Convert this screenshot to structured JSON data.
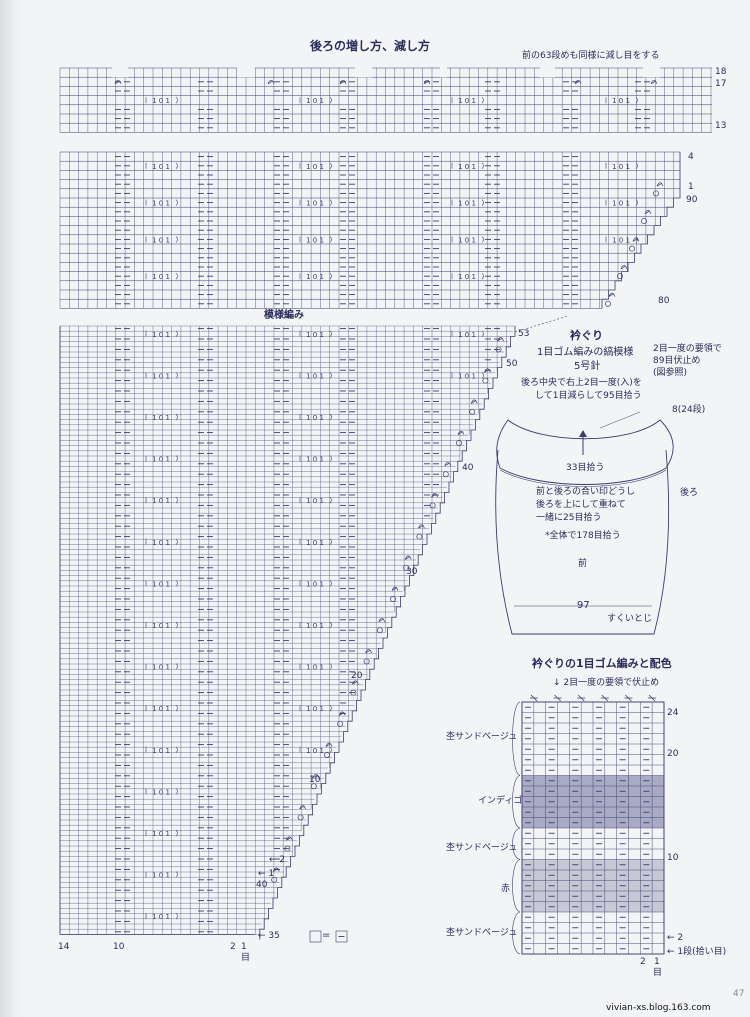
{
  "back": {
    "title": "後ろの増し方、減し方",
    "top_note": "前の63段めも同様に減し目をする",
    "pattern_label": "模様編み",
    "row_labels_top": [
      "18",
      "17",
      "13"
    ],
    "row_labels_mid": [
      "4",
      "1",
      "90",
      "80"
    ],
    "row_labels_main": [
      "53",
      "50",
      "40",
      "30",
      "20",
      "10"
    ],
    "right_markers": [
      "2",
      "1",
      "40",
      "35"
    ],
    "bottom_cols": [
      "14",
      "10",
      "2",
      "1"
    ],
    "bottom_unit": "目",
    "legend_eq": "="
  },
  "neck": {
    "title": "衿ぐり",
    "subtitle_lines": [
      "1目ゴム編みの縞模様",
      "5号針"
    ],
    "note_top_right": [
      "2目一度の要領で",
      "89目伏止め",
      "(図参照)"
    ],
    "note_center": [
      "後ろ中央で右上2目一度(入)を",
      "して1目減らして95目拾う"
    ],
    "rows_label": "8(24段)",
    "pick_33": "33目拾う",
    "note_join": [
      "前と後ろの合い印どうし",
      "後ろを上にして重ねて",
      "一緒に25目拾う"
    ],
    "total": "*全体で178目拾う",
    "back_label": "後ろ",
    "front_label": "前",
    "count_97": "97",
    "edge_note": "すくいとじ"
  },
  "rib": {
    "title": "衿ぐりの1目ゴム編みと配色",
    "bindoff_note": "2目一度の要領で伏止め",
    "colors": [
      "杢サンドベージュ",
      "インディゴ",
      "杢サンドベージュ",
      "赤",
      "杢サンドベージュ"
    ],
    "row_labels": [
      "24",
      "20",
      "10",
      "2"
    ],
    "pickup_note": "1段(拾い目)",
    "cols": [
      "2",
      "1"
    ],
    "unit": "目"
  },
  "footer": {
    "page": "47",
    "site": "vivian-xs.blog.163.com"
  }
}
